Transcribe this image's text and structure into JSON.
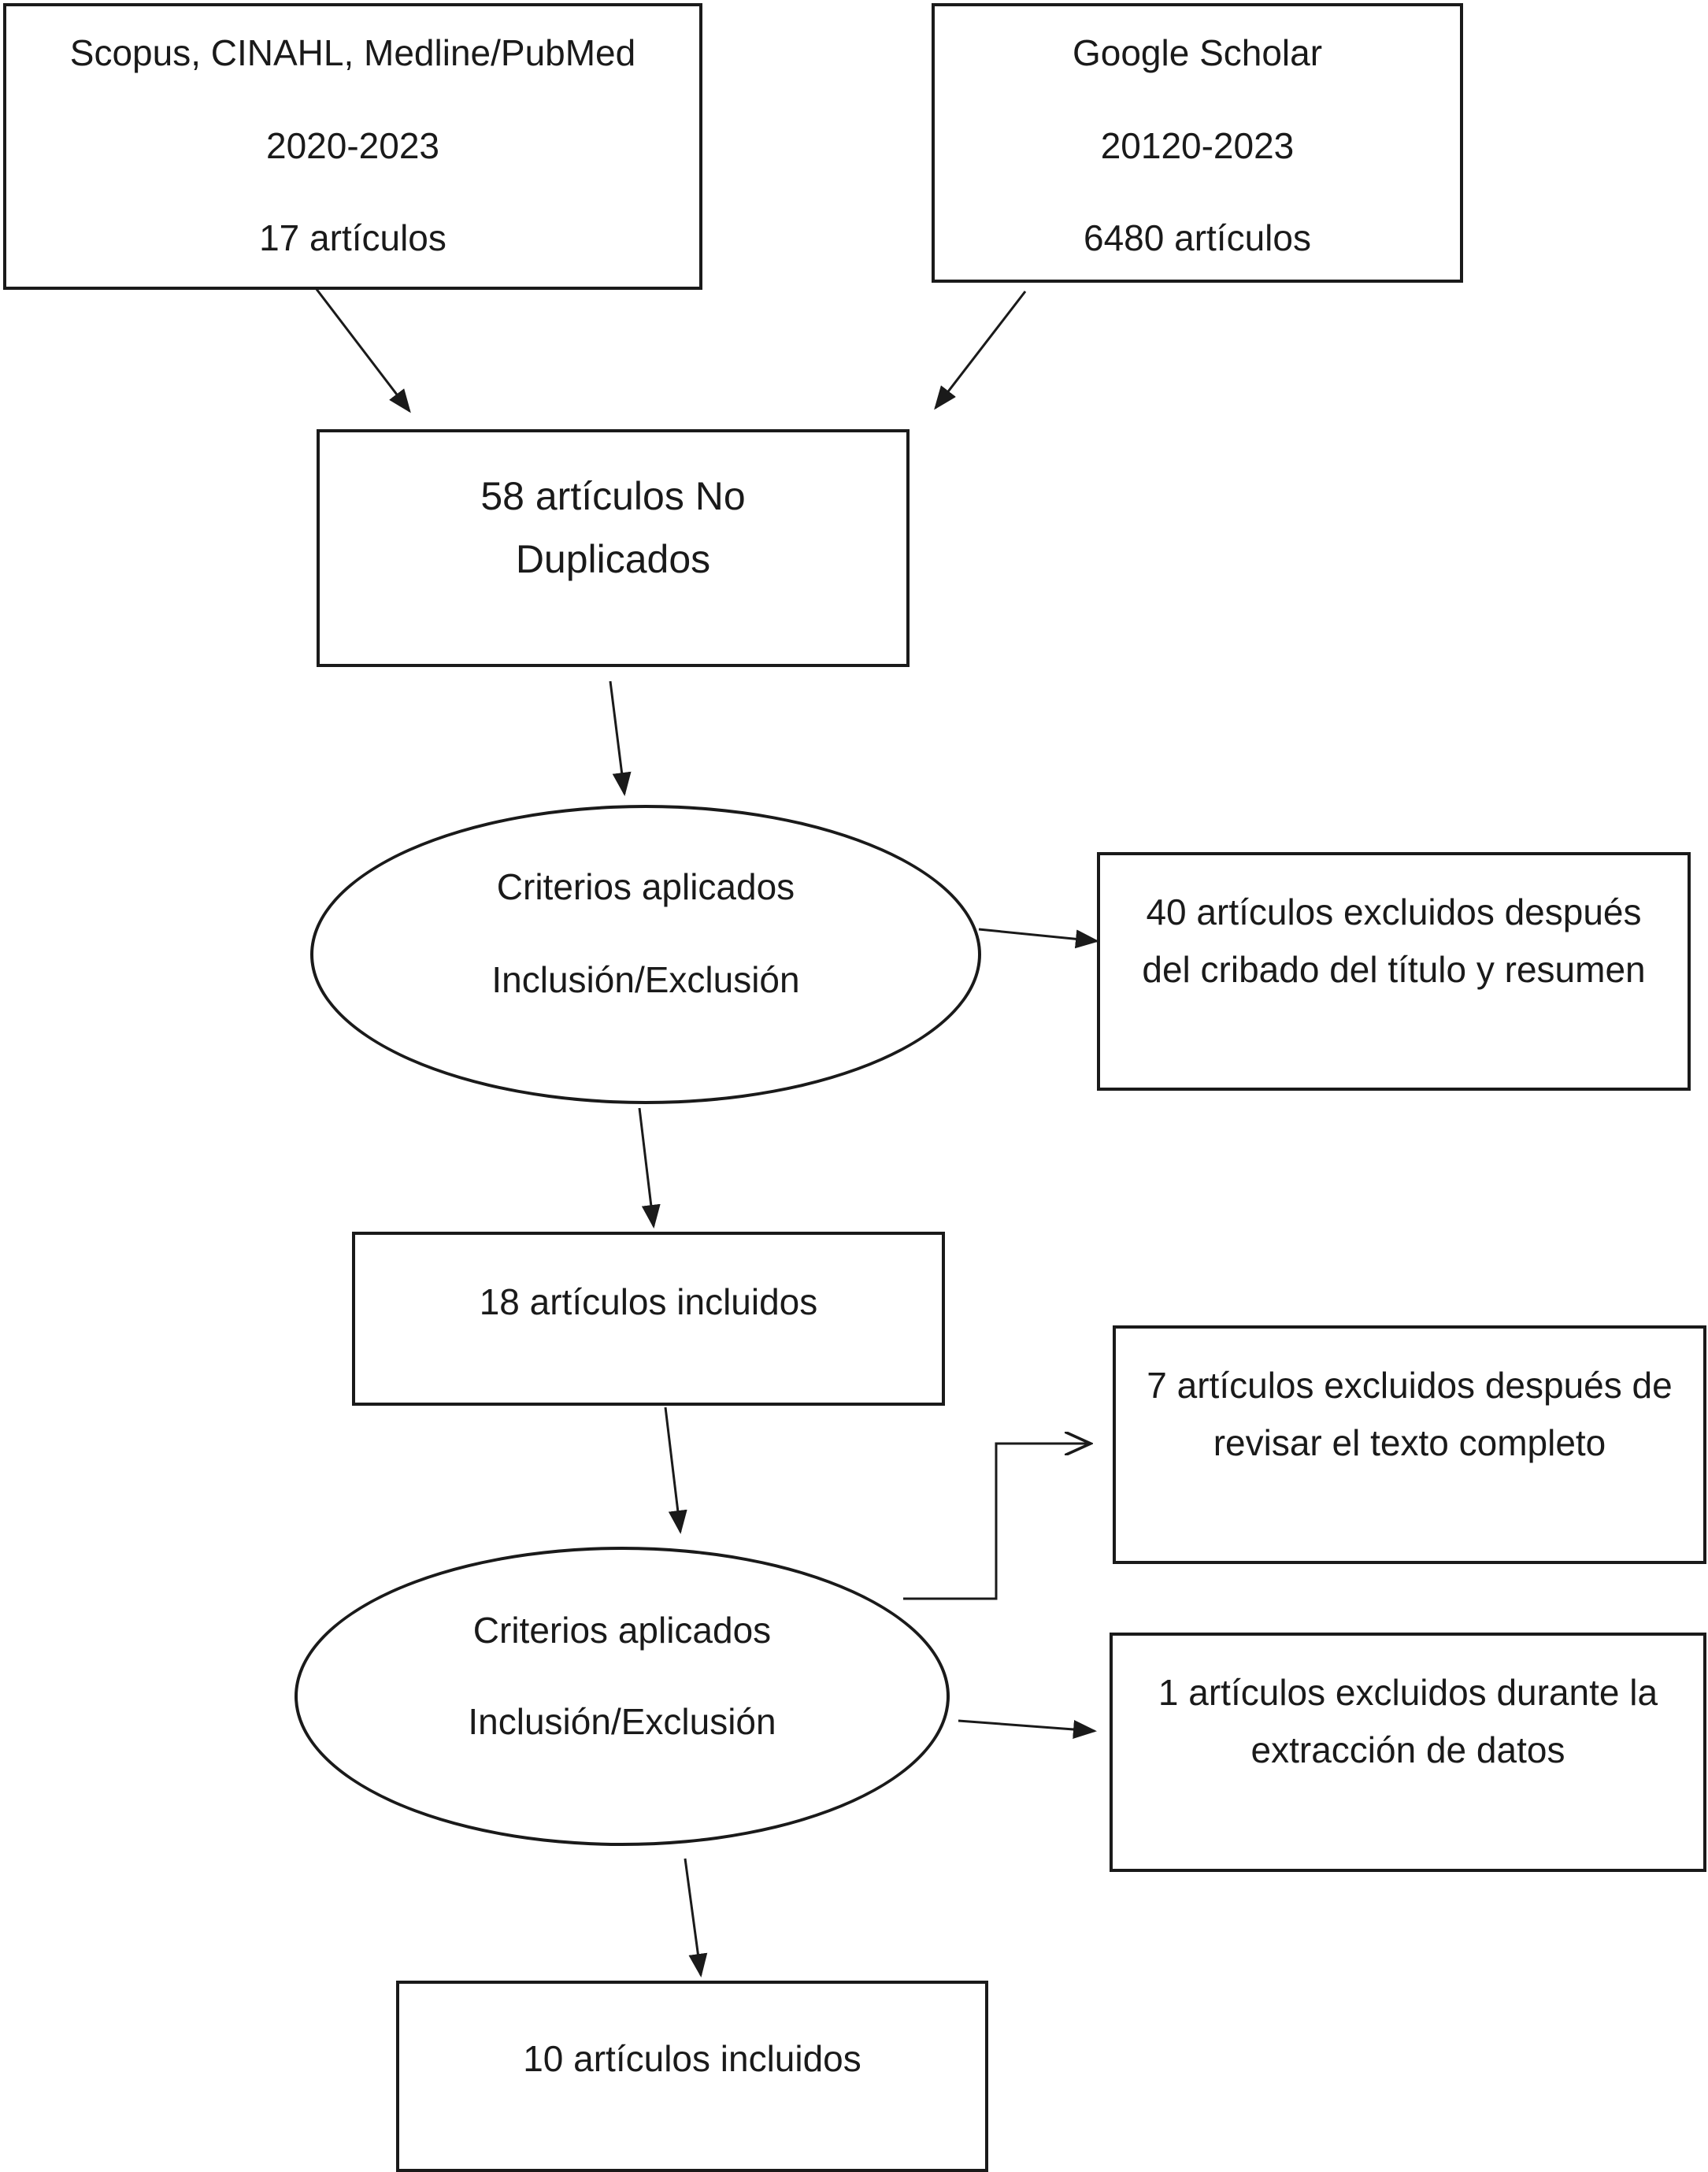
{
  "nodes": {
    "source_db": {
      "line1": "Scopus, CINAHL, Medline/PubMed",
      "line2": "2020-2023",
      "line3": "17 artículos"
    },
    "source_scholar": {
      "line1": "Google Scholar",
      "line2": "20120-2023",
      "line3": "6480 artículos"
    },
    "no_duplicates": {
      "line1": "58 artículos No",
      "line2": "Duplicados"
    },
    "criteria_1": {
      "line1": "Criterios aplicados",
      "line2": "Inclusión/Exclusión"
    },
    "excluded_title": {
      "text": "40 artículos excluidos después del cribado del título y resumen"
    },
    "included_18": {
      "text": "18 artículos incluidos"
    },
    "excluded_fulltext": {
      "text": "7 artículos excluidos después de revisar el texto completo"
    },
    "criteria_2": {
      "line1": "Criterios aplicados",
      "line2": "Inclusión/Exclusión"
    },
    "excluded_extraction": {
      "text": "1 artículos excluidos durante la extracción de datos"
    },
    "included_10": {
      "text": "10 artículos incluidos"
    }
  }
}
